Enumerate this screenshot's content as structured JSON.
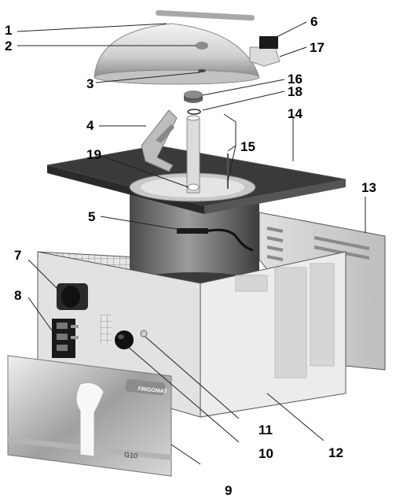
{
  "labels": [
    {
      "id": "callout-1",
      "text": "1"
    },
    {
      "id": "callout-2",
      "text": "2"
    },
    {
      "id": "callout-3",
      "text": "3"
    },
    {
      "id": "callout-4",
      "text": "4"
    },
    {
      "id": "callout-5",
      "text": "5"
    },
    {
      "id": "callout-6",
      "text": "6"
    },
    {
      "id": "callout-7",
      "text": "7"
    },
    {
      "id": "callout-8",
      "text": "8"
    },
    {
      "id": "callout-9",
      "text": "9"
    },
    {
      "id": "callout-10",
      "text": "10"
    },
    {
      "id": "callout-11",
      "text": "11"
    },
    {
      "id": "callout-12",
      "text": "12"
    },
    {
      "id": "callout-13",
      "text": "13"
    },
    {
      "id": "callout-14",
      "text": "14"
    },
    {
      "id": "callout-15",
      "text": "15"
    },
    {
      "id": "callout-16",
      "text": "16"
    },
    {
      "id": "callout-17",
      "text": "17"
    },
    {
      "id": "callout-18",
      "text": "18"
    },
    {
      "id": "callout-19",
      "text": "19"
    }
  ],
  "panel": {
    "brand": "FRIGOMAT",
    "model": "G10"
  },
  "colors": {
    "metal": "#d9d9d9",
    "metal_dark": "#9a9a9a",
    "top_plate": "#3a3a3a",
    "knob": "#1a1a1a"
  }
}
